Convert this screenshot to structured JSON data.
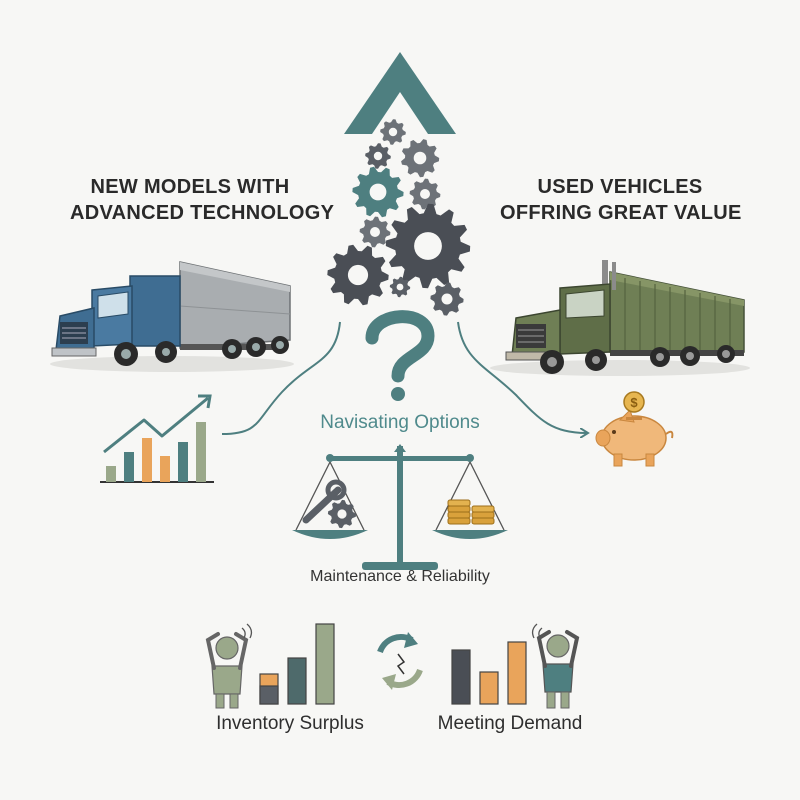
{
  "headings": {
    "left": {
      "line1": "NEW MODELS WITH",
      "line2": "ADVANCED TECHNOLOGY"
    },
    "right": {
      "line1": "USED VEHICLES",
      "line2": "OFFRING GREAT VALUE"
    }
  },
  "center_label": "Navisating Options",
  "scale_label": "Maintenance & Reliability",
  "bottom": {
    "left_label": "Inventory Surplus",
    "right_label": "Meeting Demand"
  },
  "colors": {
    "teal": "#4e7f80",
    "gear_dark": "#4a4e55",
    "gear_mid": "#6d7278",
    "new_truck": "#3f6d92",
    "used_truck": "#6f7f55",
    "orange": "#e9a45b",
    "sage": "#9aa88a",
    "gold": "#d9a13b",
    "piggy": "#f0b87a"
  },
  "icons": [
    "up-arrow-icon",
    "gear-icon",
    "question-mark-icon",
    "truck-icon",
    "growth-chart-icon",
    "piggy-bank-icon",
    "coin-icon",
    "balance-scale-icon",
    "wrench-icon",
    "stressed-person-icon",
    "exchange-arrows-icon"
  ]
}
